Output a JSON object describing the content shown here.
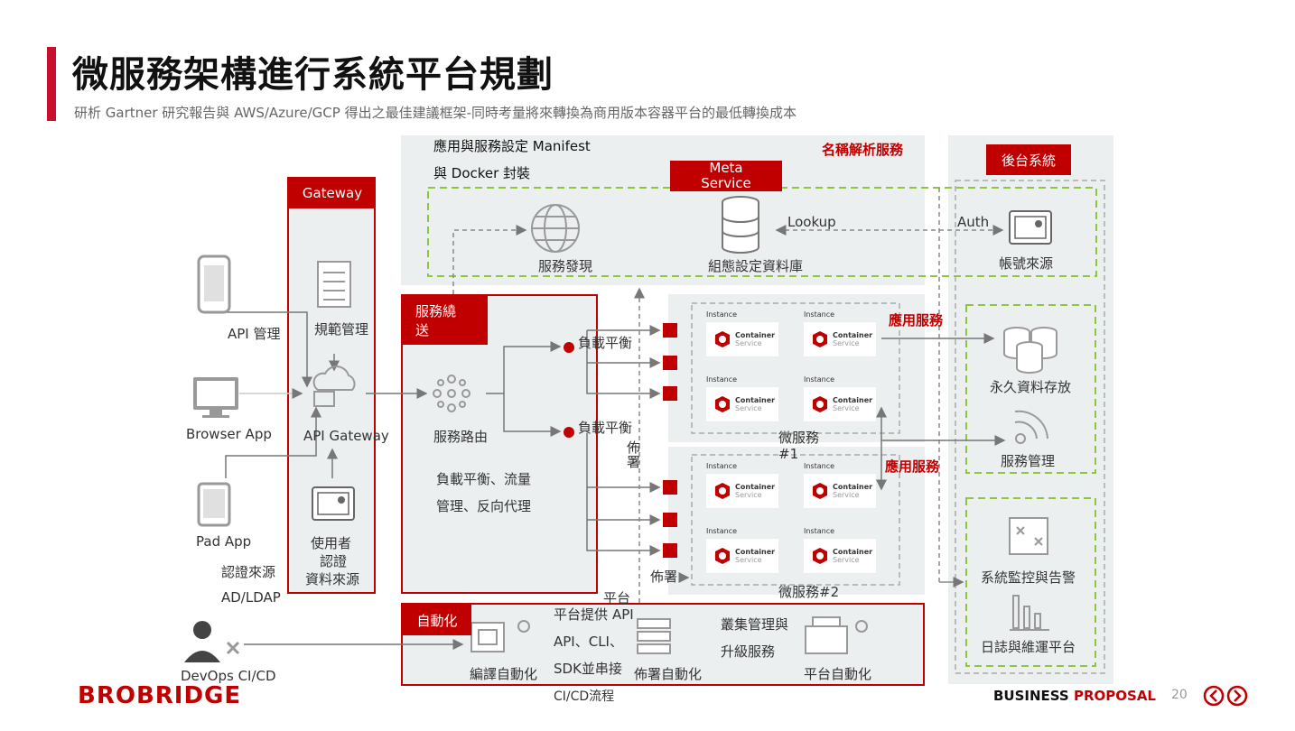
{
  "header": {
    "title": "微服務架構進行系統平台規劃",
    "subtitle": "研析 Gartner 研究報告與 AWS/Azure/GCP 得出之最佳建議框架-同時考量將來轉換為商用版本容器平台的最低轉換成本"
  },
  "clients": {
    "api_manage": "API 管理",
    "browser_app": "Browser App",
    "pad_app": "Pad App",
    "auth_source": "認證來源",
    "ad_ldap": "AD/LDAP",
    "devops": "DevOps CI/CD"
  },
  "gateway": {
    "header": "Gateway",
    "spec_manage": "規範管理",
    "api_gateway": "API Gateway",
    "user_auth_1": "使用者",
    "user_auth_2": "認證",
    "user_auth_3": "資料來源"
  },
  "name_service": {
    "manifest_1": "應用與服務設定 Manifest",
    "manifest_2": "與 Docker 封裝",
    "header": "名稱解析服務",
    "meta_1": "Meta",
    "meta_2": "Service",
    "discovery": "服務發現",
    "config_db": "組態設定資料庫",
    "lookup": "Lookup",
    "auth": "Auth"
  },
  "orchestration": {
    "header_1": "服務繞",
    "header_2": "送",
    "routing": "服務路由",
    "lb1": "負載平衡",
    "lb2": "負載平衡",
    "desc_1": "負載平衡、流量",
    "desc_2": "管理、反向代理",
    "deploy_v": "佈署",
    "deploy": "佈署",
    "platform": "平台",
    "api": "API"
  },
  "microservices": {
    "app_service_1": "應用服務",
    "app_service_2": "應用服務",
    "ms1_1": "微服務",
    "ms1_2": "#1",
    "ms2": "微服務#2",
    "instance": "Instance",
    "container": "Container",
    "service": "Service"
  },
  "automation": {
    "header": "自動化",
    "compile": "編譯自動化",
    "platform_1": "平台提供",
    "platform_2": "API、CLI、",
    "platform_3": "SDK並串接",
    "platform_4": "CI/CD流程",
    "deploy": "佈署自動化",
    "cluster_1": "叢集管理與",
    "cluster_2": "升級服務",
    "platform_auto": "平台自動化"
  },
  "backend": {
    "header": "後台系統",
    "account": "帳號來源",
    "storage": "永久資料存放",
    "service_mgmt": "服務管理",
    "monitor": "系統監控與告警",
    "log": "日誌與維運平台"
  },
  "footer": {
    "logo": "BROBRIDGE",
    "bp_1": "BUSINESS",
    "bp_2": "PROPOSAL",
    "page": "20"
  },
  "colors": {
    "accent": "#c00000",
    "green_dash": "#8dc63f",
    "panel": "#eceff0"
  }
}
